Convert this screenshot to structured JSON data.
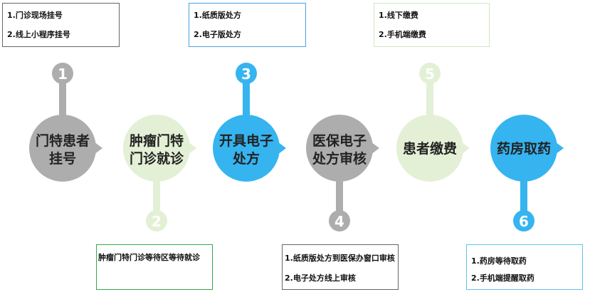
{
  "colors": {
    "gray": "#adadad",
    "light_green": "#e3f0d6",
    "blue": "#35b4f0",
    "box_border_gray": "#666666",
    "box_border_blue": "#4aa3df",
    "box_border_light_green": "#cfe6c0",
    "box_border_green": "#2eaa4c",
    "box_border_cyan": "#5ec4ef"
  },
  "steps": [
    {
      "number": "1",
      "line1": "门特患者",
      "line2": "挂号",
      "color": "gray"
    },
    {
      "number": "2",
      "line1": "肿瘤门特",
      "line2": "门诊就诊",
      "color": "light_green"
    },
    {
      "number": "3",
      "line1": "开具电子",
      "line2": "处方",
      "color": "blue"
    },
    {
      "number": "4",
      "line1": "医保电子",
      "line2": "处方审核",
      "color": "gray"
    },
    {
      "number": "5",
      "line1": "患者缴费",
      "line2": "",
      "color": "light_green"
    },
    {
      "number": "6",
      "line1": "药房取药",
      "line2": "",
      "color": "blue"
    }
  ],
  "notes": {
    "step1": [
      "1.门诊现场挂号",
      "2.线上小程序挂号"
    ],
    "step2": [
      "肿瘤门特门诊等待区等待就诊"
    ],
    "step3": [
      "1.纸质版处方",
      "2.电子版处方"
    ],
    "step4": [
      "1.纸质版处方到医保办窗口审核",
      "2.电子处方线上审核"
    ],
    "step5": [
      "1.线下缴费",
      "2.手机端缴费"
    ],
    "step6": [
      "1.药房等待取药",
      "2.手机端提醒取药"
    ]
  }
}
